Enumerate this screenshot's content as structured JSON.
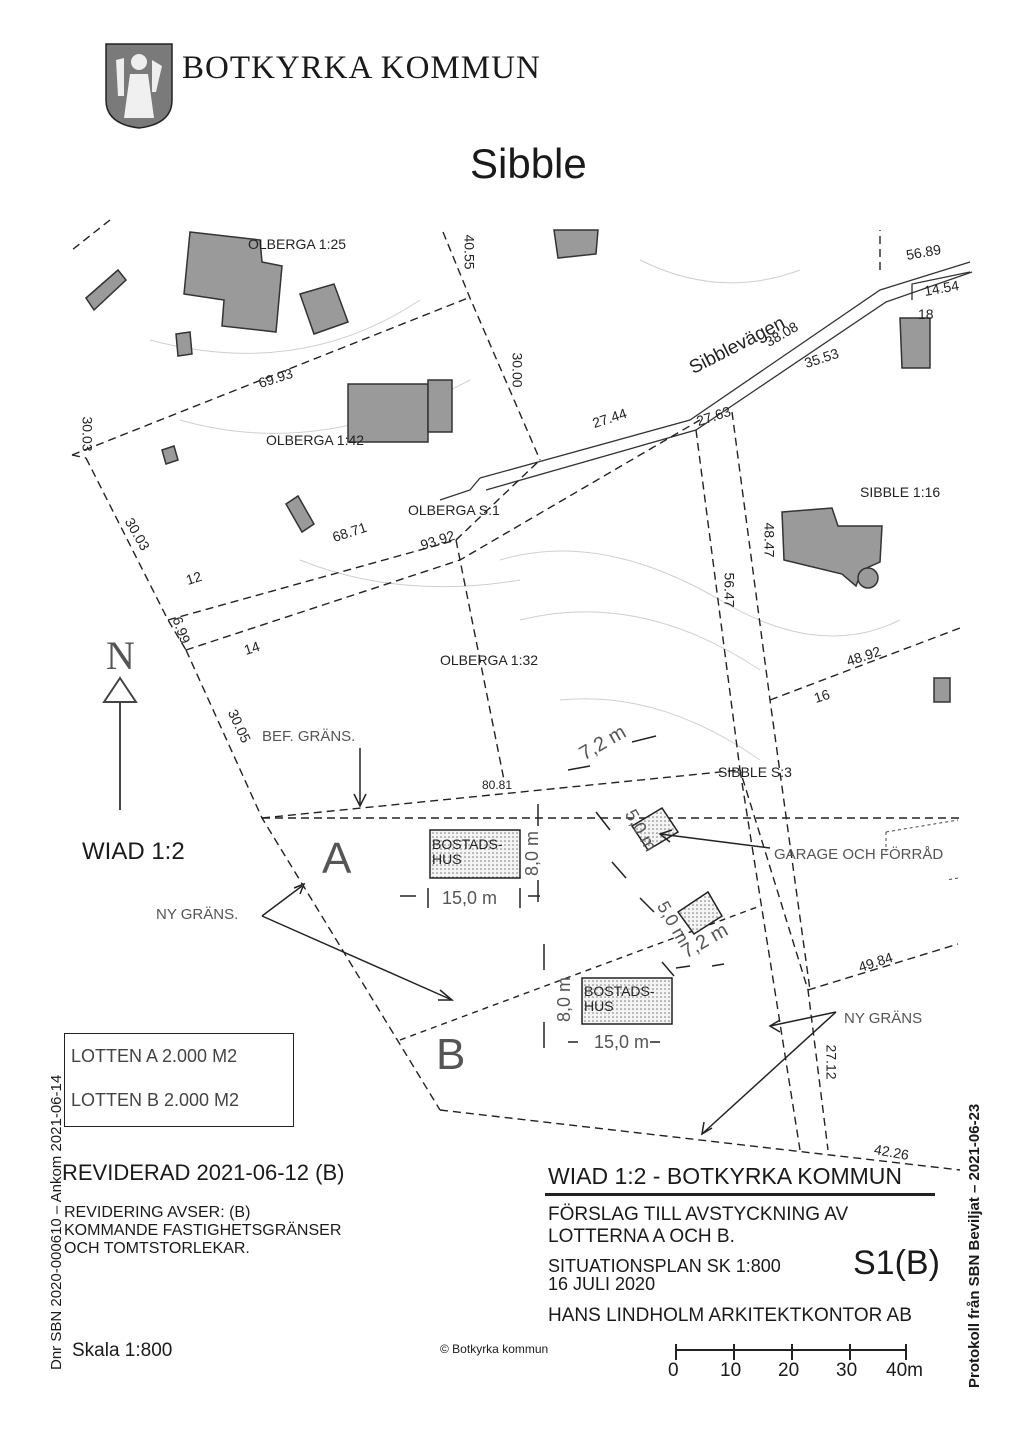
{
  "header": {
    "organization": "BOTKYRKA KOMMUN",
    "title": "Sibble"
  },
  "north": "N",
  "wiad_label": "WIAD 1:2",
  "parcels": {
    "olberga_125": "OLBERGA 1:25",
    "olberga_142": "OLBERGA 1:42",
    "olberga_s1": "OLBERGA S:1",
    "olberga_132": "OLBERGA 1:32",
    "sibble_116": "SIBBLE 1:16",
    "sibble_s3": "SIBBLE S:3",
    "road": "Sibblevägen",
    "num_12": "12",
    "num_14": "14",
    "num_16": "16",
    "num_18": "18"
  },
  "dimensions": [
    "40.55",
    "30.00",
    "69.93",
    "30.03",
    "27.44",
    "27.63",
    "38.08",
    "35.53",
    "56.89",
    "14.54",
    "68.71",
    "93.92",
    "30.03",
    "6.99",
    "48.47",
    "56.47",
    "48.92",
    "30.05",
    "80.81",
    "49.84",
    "27.12",
    "42.26"
  ],
  "annotations": {
    "bef_grans": "BEF. GRÄNS.",
    "ny_grans_left": "NY GRÄNS.",
    "ny_grans_right": "NY GRÄNS",
    "garage": "GARAGE OCH FÖRRÅD",
    "lot_a": "A",
    "lot_b": "B",
    "house_label": "BOSTADS-\nHUS",
    "width_15": "15,0 m",
    "depth_8": "8,0 m",
    "garage_5": "5,0 m",
    "gap_72": "7,2 m"
  },
  "lots_box": {
    "lot_a": "LOTTEN A  2.000 M2",
    "lot_b": "LOTTEN B  2.000 M2"
  },
  "revision": {
    "title": "REVIDERAD 2021-06-12  (B)",
    "description": "REVIDERING AVSER: (B)\nKOMMANDE FASTIGHETSGRÄNSER\nOCH TOMTSTORLEKAR."
  },
  "scale_text": "Skala 1:800",
  "copyright": "© Botkyrka kommun",
  "title_block": {
    "line1": "WIAD 1:2 - BOTKYRKA KOMMUN",
    "line2": "FÖRSLAG TILL AVSTYCKNING AV\nLOTTERNA A OCH B.",
    "line3": "SITUATIONSPLAN SK 1:800\n16 JULI 2020",
    "code": "S1(B)",
    "line4": "HANS LINDHOLM ARKITEKTKONTOR AB"
  },
  "scale_bar": [
    "0",
    "10",
    "20",
    "30",
    "40m"
  ],
  "side_left": "Dnr SBN 2020-000610 – Ankom 2021-06-14",
  "side_right": "Protokoll från SBN Beviljat – 2021-06-23"
}
